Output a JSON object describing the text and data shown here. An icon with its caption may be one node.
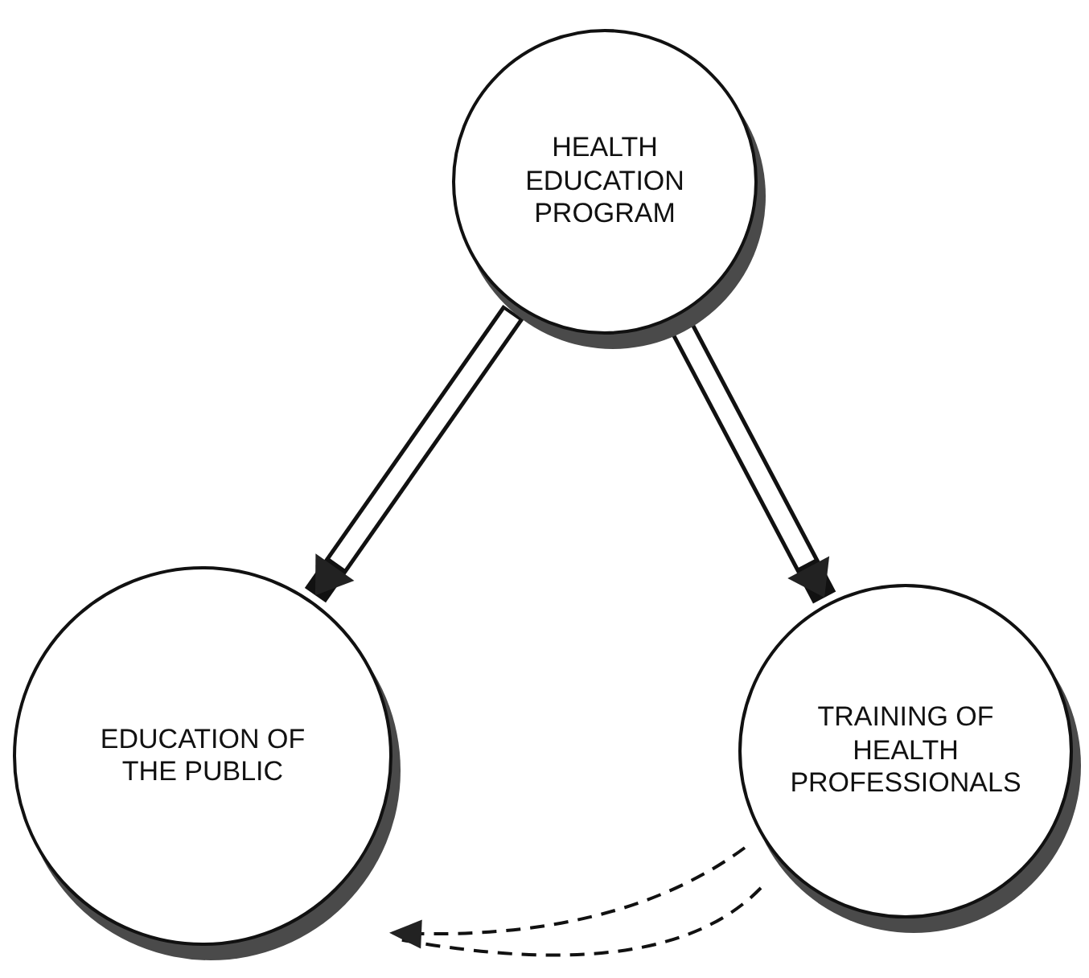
{
  "diagram": {
    "nodes": [
      {
        "text": [
          "HEALTH EDUCATION PROGRAM"
        ]
      },
      {
        "text": [
          "EDUCATION OF THE PUBLIC"
        ]
      },
      {
        "text": [
          "TRAINING OF HEALTH PROFESSIONALS"
        ]
      }
    ],
    "edges": [
      {
        "from": 0,
        "to": 1,
        "arrow": "to"
      },
      {
        "from": 0,
        "to": 2,
        "arrow": "to"
      },
      {
        "from": 2,
        "to": 1,
        "arrow": "to",
        "style": "dashed"
      }
    ]
  }
}
